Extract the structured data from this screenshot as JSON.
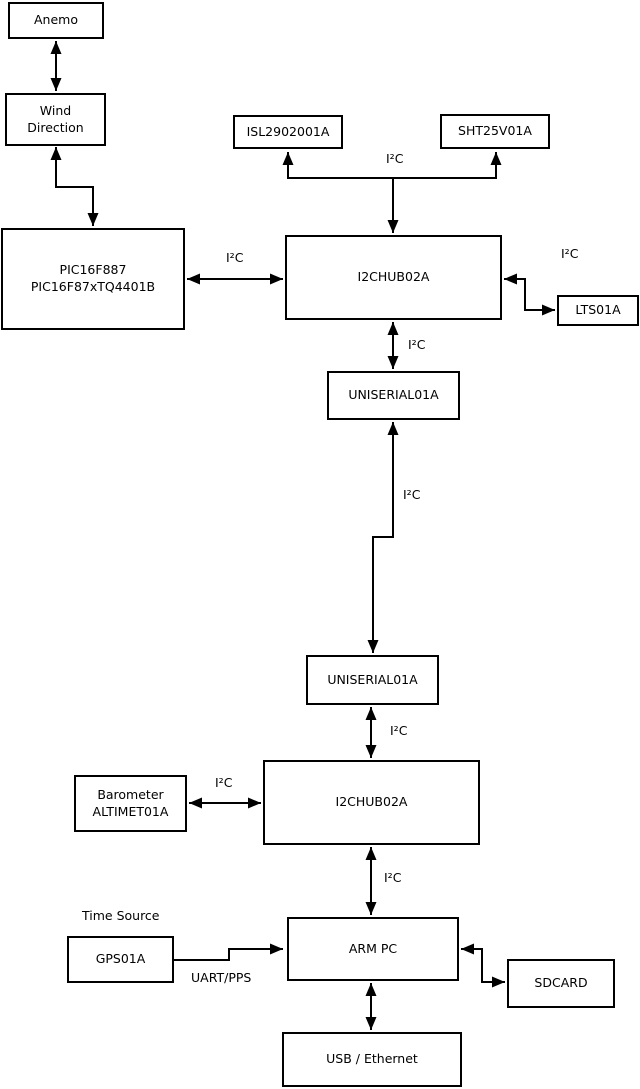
{
  "nodes": {
    "anemo": {
      "label": "Anemo"
    },
    "wind_direction": {
      "lines": [
        "Wind",
        "Direction"
      ]
    },
    "pic": {
      "lines": [
        "PIC16F887",
        "PIC16F87xTQ4401B"
      ]
    },
    "isl": {
      "label": "ISL2902001A"
    },
    "sht": {
      "label": "SHT25V01A"
    },
    "i2chub_top": {
      "label": "I2CHUB02A"
    },
    "lts": {
      "label": "LTS01A"
    },
    "uniserial_top": {
      "label": "UNISERIAL01A"
    },
    "uniserial_bottom": {
      "label": "UNISERIAL01A"
    },
    "i2chub_bottom": {
      "label": "I2CHUB02A"
    },
    "barometer": {
      "lines": [
        "Barometer",
        "ALTIMET01A"
      ]
    },
    "gps": {
      "label": "GPS01A"
    },
    "arm_pc": {
      "label": "ARM PC"
    },
    "sdcard": {
      "label": "SDCARD"
    },
    "usb_ethernet": {
      "label": "USB / Ethernet"
    }
  },
  "edge_labels": {
    "i2c_pic_hub1": "I²C",
    "i2c_branch": "I²C",
    "i2c_hub1_lts": "I²C",
    "i2c_hub1_uni1": "I²C",
    "i2c_uni1_uni2": "I²C",
    "i2c_uni2_hub2": "I²C",
    "i2c_baro_hub2": "I²C",
    "i2c_hub2_arm": "I²C",
    "time_source": "Time Source",
    "uart_pps": "UART/PPS"
  },
  "colors": {
    "line": "#000000",
    "box_fill": "#ffffff",
    "background": "#ffffff"
  }
}
